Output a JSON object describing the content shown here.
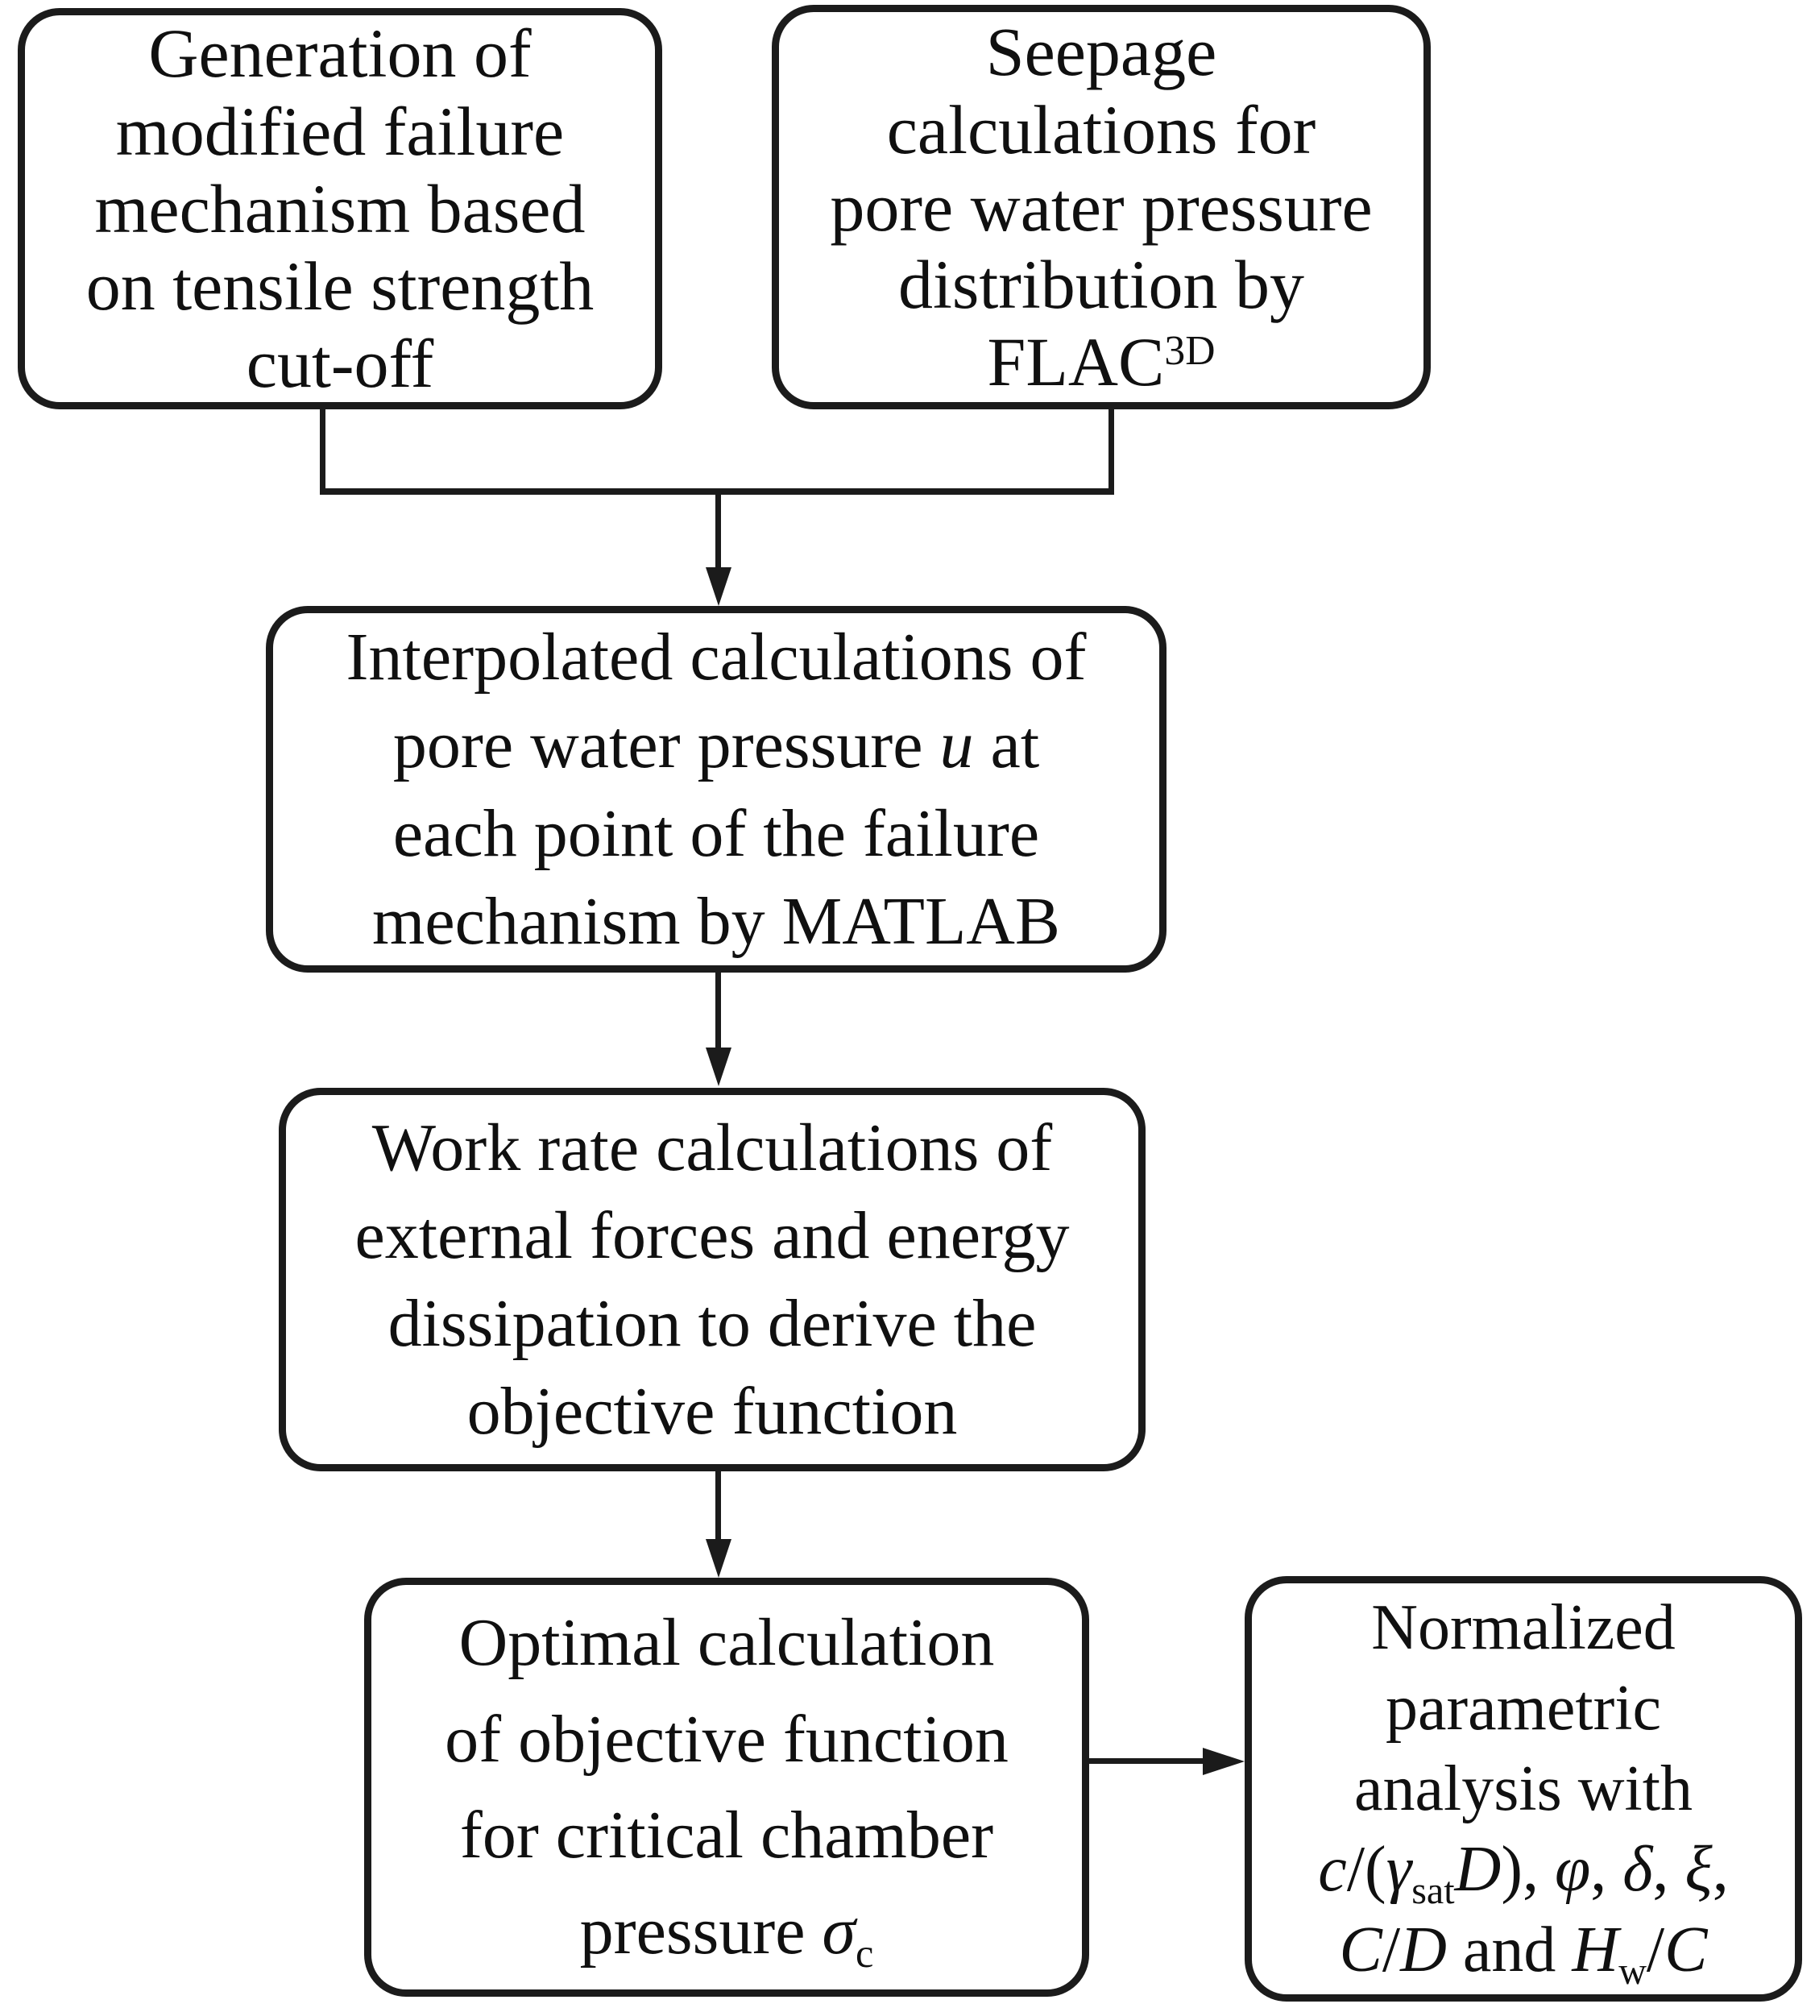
{
  "diagram": {
    "type": "flowchart",
    "background": "#ffffff",
    "line_color": "#1b1b1b",
    "text_color": "#101010"
  },
  "boxes": {
    "generation": {
      "l1": "Generation of",
      "l2": "modified failure",
      "l3": "mechanism based",
      "l4": "on tensile strength",
      "l5": "cut-off"
    },
    "seepage": {
      "l1": "Seepage",
      "l2": "calculations for",
      "l3": "pore water pressure",
      "l4": "distribution by",
      "l5_base": "FLAC",
      "l5_sup": "3D"
    },
    "interpolated": {
      "l1": "Interpolated calculations of",
      "l2_a": "pore water pressure ",
      "l2_b": "u",
      "l2_c": " at",
      "l3": "each point of the failure",
      "l4": "mechanism by MATLAB"
    },
    "work_rate": {
      "l1": "Work rate calculations of",
      "l2": "external forces and energy",
      "l3": "dissipation to derive the",
      "l4": "objective function"
    },
    "optimal": {
      "l1": "Optimal calculation",
      "l2": "of objective function",
      "l3": "for critical chamber",
      "l4_a": "pressure ",
      "l4_b": "σ",
      "l4_c": "c"
    },
    "parametric": {
      "l1": "Normalized",
      "l2": "parametric",
      "l3": "analysis with",
      "l4_1": "c",
      "l4_2": "/(",
      "l4_3": "γ",
      "l4_4": "sat",
      "l4_5": "D",
      "l4_6": "), ",
      "l4_7": "φ",
      "l4_8": ", ",
      "l4_9": "δ",
      "l4_10": ", ",
      "l4_11": "ξ",
      "l4_12": ",",
      "l5_1": "C",
      "l5_2": "/",
      "l5_3": "D",
      "l5_4": " and ",
      "l5_5": "H",
      "l5_6": "w",
      "l5_7": "/",
      "l5_8": "C"
    }
  }
}
